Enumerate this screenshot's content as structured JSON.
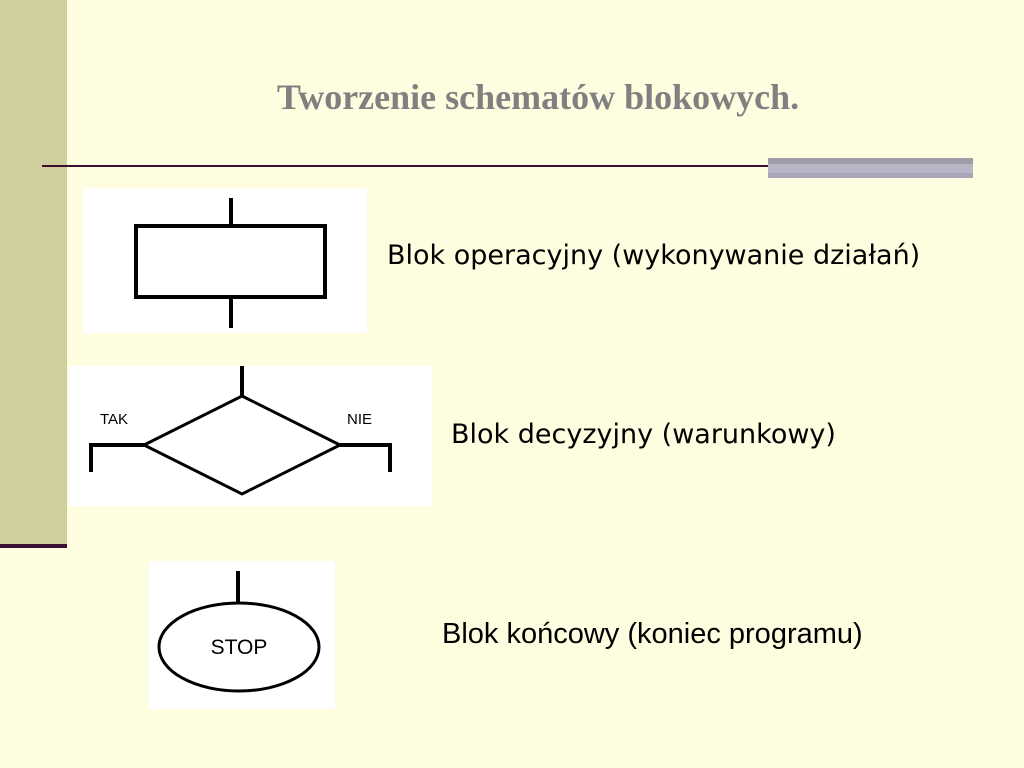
{
  "slide": {
    "title": "Tworzenie schematów blokowych.",
    "colors": {
      "background": "#FFFDE0",
      "left_band": "#CFCF9E",
      "rule": "#3A1030",
      "title": "#808080",
      "accent_bar": "#B8B6C6"
    }
  },
  "blocks": [
    {
      "shape": "rectangle",
      "description": "Blok operacyjny (wykonywanie działań)"
    },
    {
      "shape": "diamond",
      "description": "Blok decyzyjny (warunkowy)",
      "yes_label": "TAK",
      "no_label": "NIE"
    },
    {
      "shape": "ellipse",
      "description": "Blok końcowy (koniec programu)",
      "inner_label": "STOP"
    }
  ]
}
